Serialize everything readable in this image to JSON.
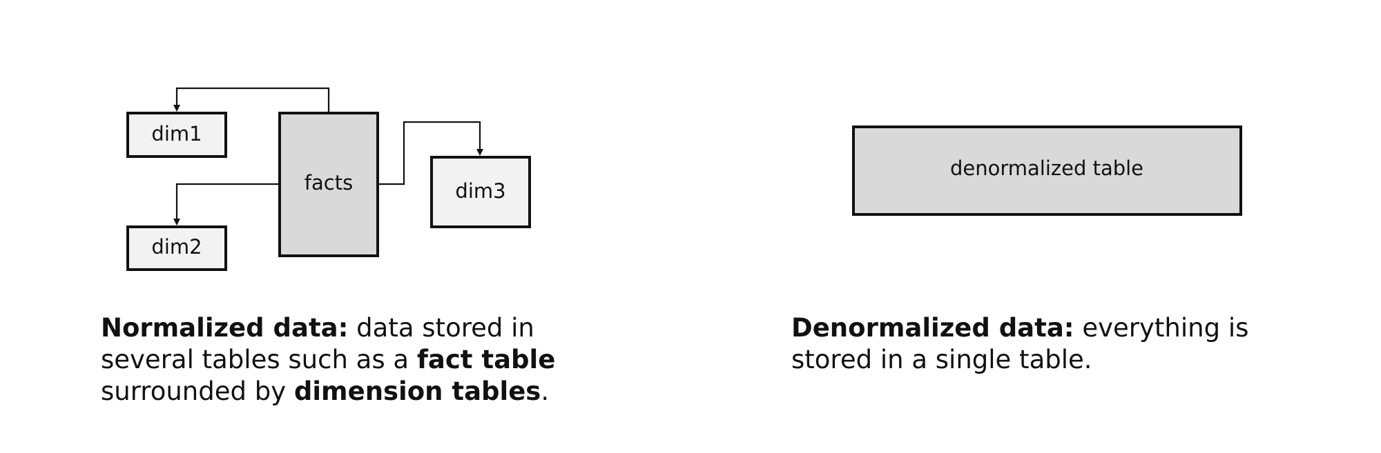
{
  "normalized": {
    "boxes": {
      "dim1": "dim1",
      "dim2": "dim2",
      "dim3": "dim3",
      "facts": "facts"
    },
    "caption": {
      "title": "Normalized data:",
      "text1": " data stored in several tables such as a ",
      "fact_table": "fact table",
      "text2": " surrounded by ",
      "dimension_tables": "dimension tables",
      "text3": "."
    }
  },
  "denormalized": {
    "box_label": "denormalized table",
    "caption": {
      "title": "Denormalized data:",
      "text1": " everything is stored in a single table."
    }
  },
  "colors": {
    "main_table_fill": "#d9d9d9",
    "dimension_table_fill": "#f2f2f2",
    "stroke": "#111111"
  }
}
